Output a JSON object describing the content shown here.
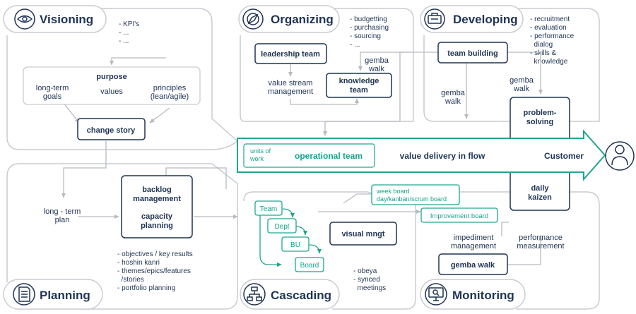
{
  "colors": {
    "navy": "#1f3354",
    "teal": "#1ea68e",
    "panel_stroke": "#c9ccd1",
    "arrow": "#b7bbc1"
  },
  "phases": {
    "visioning": {
      "title": "Visioning",
      "icon": "eye-icon",
      "notes": [
        "- KPI's",
        "- ...",
        "- ..."
      ]
    },
    "organizing": {
      "title": "Organizing",
      "icon": "compass-icon",
      "notes": [
        "- budgetting",
        "- purchasing",
        "- sourcing",
        "- ..."
      ]
    },
    "developing": {
      "title": "Developing",
      "icon": "toolbox-icon",
      "notes": [
        "- recruitment",
        "- evaluation",
        "- performance",
        "  dialog",
        "- skills &",
        "  knowledge"
      ]
    },
    "planning": {
      "title": "Planning",
      "icon": "document-icon",
      "notes": [
        "- objectives / key results",
        "- hoshin kanri",
        "- themes/epics/features",
        "  /stories",
        "- portfolio planning"
      ]
    },
    "cascading": {
      "title": "Cascading",
      "icon": "hierarchy-icon",
      "notes": [
        "- obeya",
        "- synced",
        "  meetings"
      ]
    },
    "monitoring": {
      "title": "Monitoring",
      "icon": "monitor-icon",
      "notes": []
    }
  },
  "purpose": {
    "title": "purpose",
    "long_term_goals": [
      "long-term",
      "goals"
    ],
    "values": "values",
    "principles": [
      "principles",
      "(lean/agile)"
    ]
  },
  "boxes": {
    "change_story": "change story",
    "leadership_team": "leadership team",
    "knowledge_team": [
      "knowledge",
      "team"
    ],
    "team_building": "team building",
    "problem_solving": [
      "problem-",
      "solving"
    ],
    "daily_kaizen": [
      "daily",
      "kaizen"
    ],
    "backlog": [
      "backlog",
      "management",
      "capacity",
      "planning"
    ],
    "visual_mngt": "visual mngt",
    "gemba_walk_box": "gemba walk",
    "week_board": [
      "week board",
      "day/kanban/scrum board"
    ],
    "improvement_board": "Improvement board"
  },
  "labels": {
    "value_stream_management": [
      "value stream",
      "management"
    ],
    "gemba_walk_top": [
      "gemba",
      "walk"
    ],
    "gemba_walk_left": [
      "gemba",
      "walk"
    ],
    "gemba_walk_right": [
      "gemba",
      "walk"
    ],
    "long_term_plan": [
      "long - term",
      "plan"
    ],
    "impediment_management": [
      "impediment",
      "management"
    ],
    "performance_measurement": [
      "performance",
      "measurement"
    ]
  },
  "flow": {
    "units_of_work": [
      "units of",
      "work"
    ],
    "operational_team": "operational team",
    "value_delivery": "value delivery in flow",
    "customer": "Customer"
  },
  "cascade": [
    "Team",
    "Dept",
    "BU",
    "Board"
  ]
}
